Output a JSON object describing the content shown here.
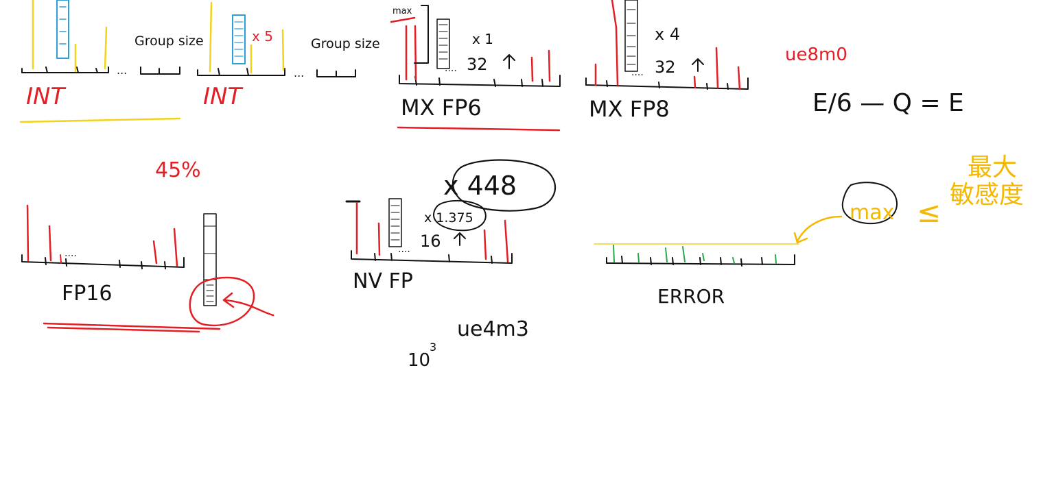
{
  "colors": {
    "ink": "#111111",
    "red": "#e31e24",
    "yellow": "#f2d21a",
    "blue": "#2ba0d8",
    "green": "#2aa84a",
    "amber": "#f5b800"
  },
  "panels": {
    "int_a": {
      "label": "INT",
      "group_label": "Group size",
      "ellipsis": "..."
    },
    "int_b": {
      "label": "INT",
      "group_label": "Group size",
      "scale": "x 5",
      "ellipsis": "..."
    },
    "mxfp6": {
      "label": "MX FP6",
      "scale": "x 1",
      "group": "32",
      "max_label": "max",
      "ellipsis": "...."
    },
    "mxfp8": {
      "label": "MX FP8",
      "scale": "x 4",
      "group": "32",
      "ellipsis": "...."
    },
    "fp16": {
      "label": "FP16",
      "percent": "45%",
      "ellipsis": "...."
    },
    "nvfp": {
      "label": "NV FP",
      "scale_outer": "x 448",
      "scale_inner": "x 1.375",
      "group": "16",
      "ellipsis": "....",
      "format": "ue4m3",
      "power": "10",
      "power_exp": "3"
    },
    "error": {
      "label": "ERROR"
    }
  },
  "top_right": {
    "format": "ue8m0",
    "equation": "E/6 — Q = E"
  },
  "max_note": {
    "text": "max",
    "relation": "≤",
    "chinese": "最大 敏感度"
  }
}
